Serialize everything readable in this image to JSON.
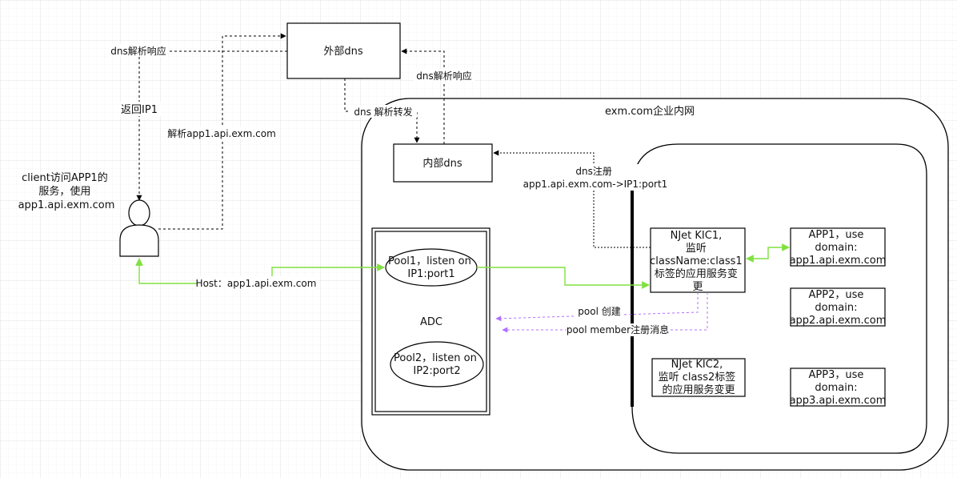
{
  "nodes": {
    "external_dns": "外部dns",
    "internal_dns": "内部dns",
    "intranet_title": "exm.com企业内网",
    "client_note": [
      "client访问APP1的",
      "服务，使用",
      "app1.api.exm.com"
    ],
    "adc": "ADC",
    "pool1": [
      "Pool1，listen on",
      "IP1:port1"
    ],
    "pool2": [
      "Pool2，listen on",
      "IP2:port2"
    ],
    "kic1": [
      "NJet KIC1,",
      "监听",
      "className:class1",
      "标签的应用服务变",
      "更"
    ],
    "kic2": [
      "NJet KIC2,",
      "监听 class2标签",
      "的应用服务变更"
    ],
    "app1": [
      "APP1，use",
      "domain:",
      "app1.api.exm.com"
    ],
    "app2": [
      "APP2，use",
      "domain:",
      "app2.api.exm.com"
    ],
    "app3": [
      "APP3，use",
      "domain:",
      "app3.api.exm.com"
    ]
  },
  "edges": {
    "dns_response_left": "dns解析响应",
    "return_ip1": "返回IP1",
    "resolve_app1": "解析app1.api.exm.com",
    "dns_forward": "dns 解析转发",
    "dns_response_right": "dns解析响应",
    "dns_register": [
      "dns注册",
      "app1.api.exm.com->IP1:port1"
    ],
    "host": "Host：app1.api.exm.com",
    "pool_create": "pool 创建",
    "pool_member": "pool member注册消息"
  },
  "colors": {
    "green": "#80e040",
    "purple": "#b270ff",
    "line": "#000000",
    "grid": "#e6e6e6"
  }
}
